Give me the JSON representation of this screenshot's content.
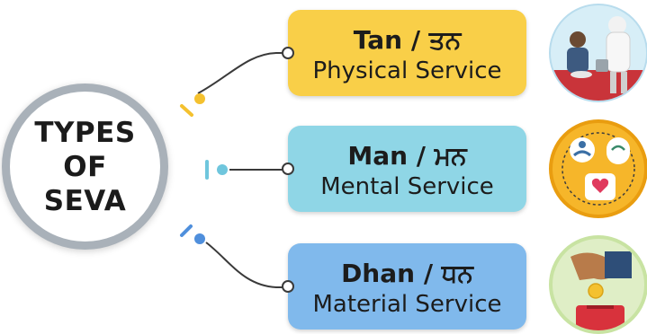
{
  "hub": {
    "title": "TYPES OF SEVA"
  },
  "types": [
    {
      "name": "Tan / ਤਨ",
      "description": "Physical Service",
      "color": "#f9cf48",
      "accent": "#f4c12f",
      "icon": "serving-food-illustration"
    },
    {
      "name": "Man / ਮਨ",
      "description": "Mental Service",
      "color": "#8fd6e6",
      "accent": "#6fc6dd",
      "icon": "meditation-mind-heart-illustration"
    },
    {
      "name": "Dhan / ਧਨ",
      "description": "Material Service",
      "color": "#80b9ec",
      "accent": "#4f8fdc",
      "icon": "donation-coin-box-illustration"
    }
  ],
  "colors": {
    "hub_ring": "#a9b1b9",
    "connector": "#3a3a3a"
  }
}
